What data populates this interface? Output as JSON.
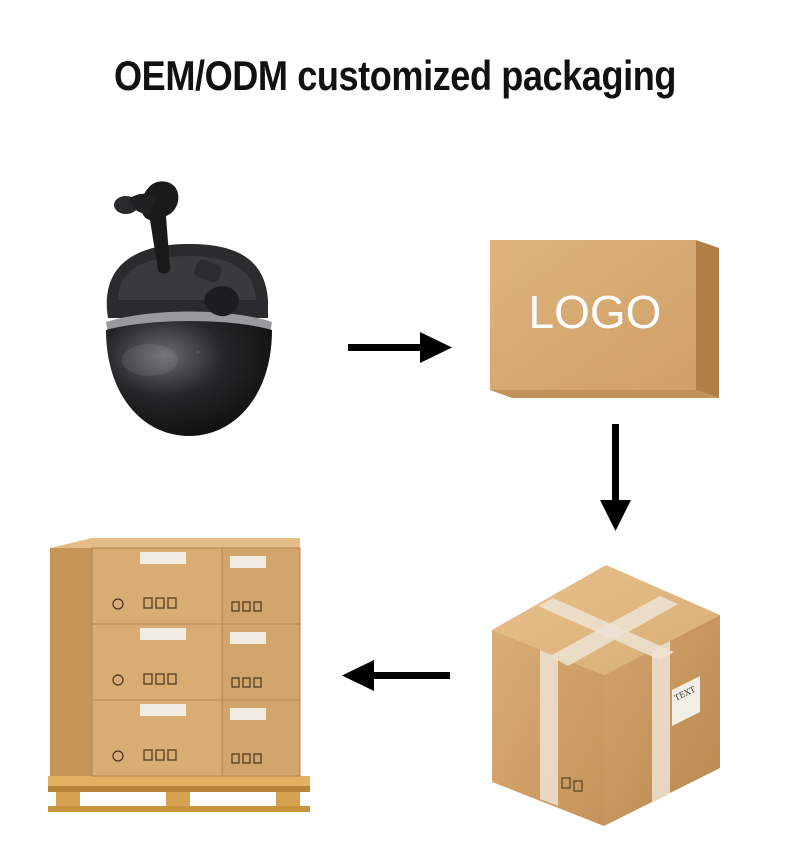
{
  "title": "OEM/ODM customized packaging",
  "retail_box": {
    "logo_text": "LOGO"
  },
  "shipping_box": {
    "label_text": "TEXT"
  },
  "colors": {
    "cardboard": "#D8AC73",
    "cardboard_dark": "#B98A52",
    "cardboard_side": "#C99A5F",
    "earbuds_case": "#1C1C1E",
    "tape": "#EDE3D2",
    "arrow": "#000000",
    "pallet_wood": "#E2B060"
  },
  "steps": [
    {
      "name": "earbuds",
      "icon": "earbuds-case-icon"
    },
    {
      "name": "logo-box",
      "icon": "logo-box-icon"
    },
    {
      "name": "shipping-carton",
      "icon": "sealed-carton-icon"
    },
    {
      "name": "pallet",
      "icon": "pallet-stack-icon"
    }
  ]
}
